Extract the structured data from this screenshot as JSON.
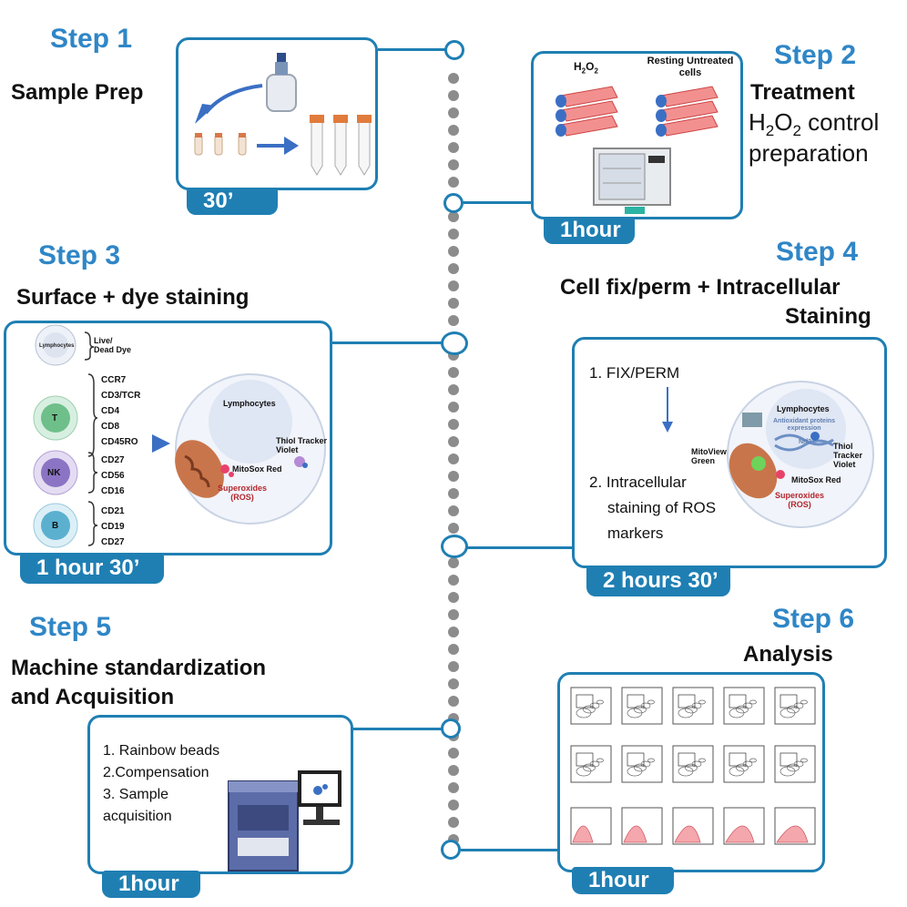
{
  "steps": {
    "s1": {
      "title": "Step 1",
      "subtitle": "Sample Prep",
      "duration": "30’"
    },
    "s2": {
      "title": "Step 2",
      "subtitle": "Treatment",
      "subtitle2_a": "H",
      "subtitle2_sub": "2",
      "subtitle2_b": "O",
      "subtitle2_sub2": "2",
      "subtitle2_c": " control",
      "subtitle3": "preparation",
      "duration": "1hour",
      "label_h2o2_a": "H",
      "label_h2o2_sub": "2",
      "label_h2o2_b": "O",
      "label_h2o2_sub2": "2",
      "label_resting": "Resting Untreated",
      "label_cells": "cells"
    },
    "s3": {
      "title": "Step 3",
      "subtitle": "Surface + dye staining",
      "duration": "1 hour 30’",
      "cell_lymph": "Lymphocytes",
      "live_dead": "Live/",
      "live_dead2": "Dead Dye",
      "t": "T",
      "nk": "NK",
      "b": "B",
      "t_markers": [
        "CCR7",
        "CD3/TCR",
        "CD4",
        "CD8",
        "CD45RO"
      ],
      "nk_markers": [
        "CD27",
        "CD56",
        "CD16"
      ],
      "b_markers": [
        "CD21",
        "CD19",
        "CD27"
      ],
      "big_cell": "Lymphocytes",
      "thiol": "Thiol Tracker",
      "thiol2": "Violet",
      "mitosox": "MitoSox Red",
      "superox": "Superoxides",
      "ros": "(ROS)"
    },
    "s4": {
      "title": "Step 4",
      "subtitle": "Cell fix/perm + Intracellular",
      "subtitle2": "Staining",
      "duration": "2 hours 30’",
      "item1": "1. FIX/PERM",
      "item2a": "2. Intracellular",
      "item2b": "staining of ROS",
      "item2c": "markers",
      "cell": "Lymphocytes",
      "antiox": "Antioxidant proteins",
      "antiox2": "expression",
      "nrf2": "Nrf2",
      "thiol": "Thiol Tracker",
      "thiol2": "Violet",
      "mitoview": "MitoView",
      "mitoview2": "Green",
      "mitosox": "MitoSox Red",
      "superox": "Superoxides",
      "ros": "(ROS)"
    },
    "s5": {
      "title": "Step 5",
      "subtitle": "Machine standardization",
      "subtitle2": "and Acquisition",
      "duration": "1hour",
      "item1": "1. Rainbow beads",
      "item2": "2.Compensation",
      "item3": "3. Sample",
      "item3b": "acquisition"
    },
    "s6": {
      "title": "Step 6",
      "subtitle": "Analysis",
      "duration": "1hour"
    }
  },
  "colors": {
    "accent": "#1f7fb3",
    "title": "#2f86c6",
    "dots": "#8c8c8c",
    "flask": "#e06666",
    "arrow": "#3a6fc4"
  }
}
